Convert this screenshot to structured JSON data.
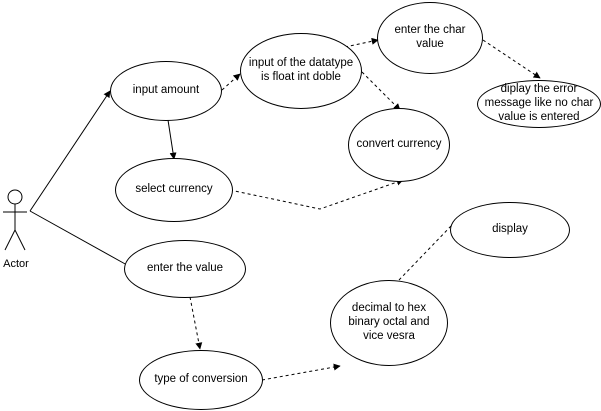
{
  "actor": {
    "label": "Actor"
  },
  "use_cases": {
    "input_amount": "input amount",
    "input_datatype": "input of the datatype is float int doble",
    "enter_char": "enter the char value",
    "display_error": "diplay the error message like no char value is entered",
    "convert_currency": "convert currency",
    "select_currency": "select currency",
    "enter_value": "enter the value",
    "display": "display",
    "decimal_hex": "decimal to hex binary octal and vice vesra",
    "type_conversion": "type of conversion"
  }
}
